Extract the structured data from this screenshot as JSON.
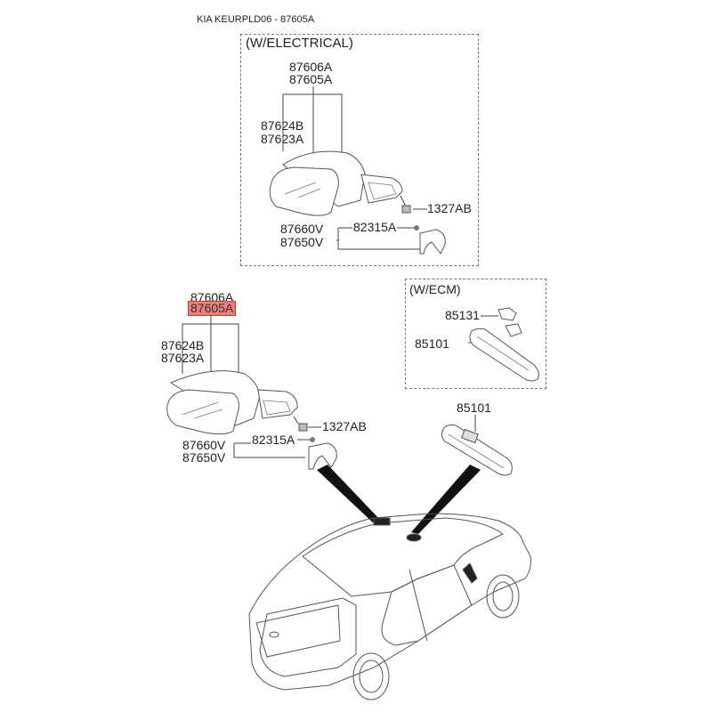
{
  "title": "KIA KEURPLD06 - 87605A",
  "groups": {
    "electrical": {
      "label": "(W/ELECTRICAL)",
      "parts": {
        "p87606A": "87606A",
        "p87605A": "87605A",
        "p87624B": "87624B",
        "p87623A": "87623A",
        "p1327AB": "1327AB",
        "p82315A": "82315A",
        "p87660V": "87660V",
        "p87650V": "87650V"
      }
    },
    "ecm": {
      "label": "(W/ECM)",
      "parts": {
        "p85131": "85131",
        "p85101": "85101"
      }
    },
    "main": {
      "parts": {
        "p87606A": "87606A",
        "p87605A": "87605A",
        "p87624B": "87624B",
        "p87623A": "87623A",
        "p1327AB": "1327AB",
        "p82315A": "82315A",
        "p87660V": "87660V",
        "p87650V": "87650V",
        "p85101": "85101"
      },
      "highlighted_part": "87605A",
      "highlight_color": "#f07c7c"
    }
  }
}
